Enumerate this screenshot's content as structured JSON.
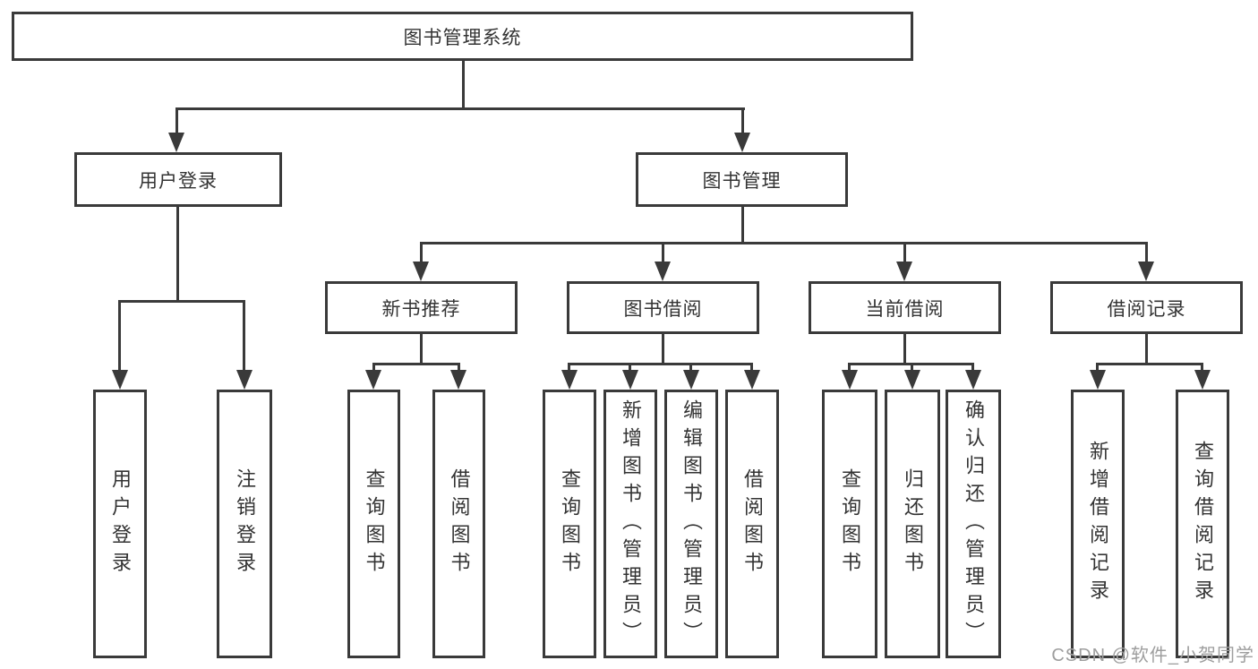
{
  "diagram": {
    "root": "图书管理系统",
    "level2": {
      "user": "用户登录",
      "book": "图书管理"
    },
    "user_children": [
      "用户登录",
      "注销登录"
    ],
    "book_sections": [
      {
        "title": "新书推荐",
        "children": [
          "查询图书",
          "借阅图书"
        ]
      },
      {
        "title": "图书借阅",
        "children": [
          "查询图书",
          "新增图书（管理员）",
          "编辑图书（管理员）",
          "借阅图书"
        ]
      },
      {
        "title": "当前借阅",
        "children": [
          "查询图书",
          "归还图书",
          "确认归还（管理员）"
        ]
      },
      {
        "title": "借阅记录",
        "children": [
          "新增借阅记录",
          "查询借阅记录"
        ]
      }
    ]
  },
  "watermark": "CSDN @软件_小贺同学",
  "colors": {
    "line": "#3a3a3a",
    "text": "#333333",
    "box_bg": "#ffffff",
    "watermark": "#9e9e9e"
  }
}
